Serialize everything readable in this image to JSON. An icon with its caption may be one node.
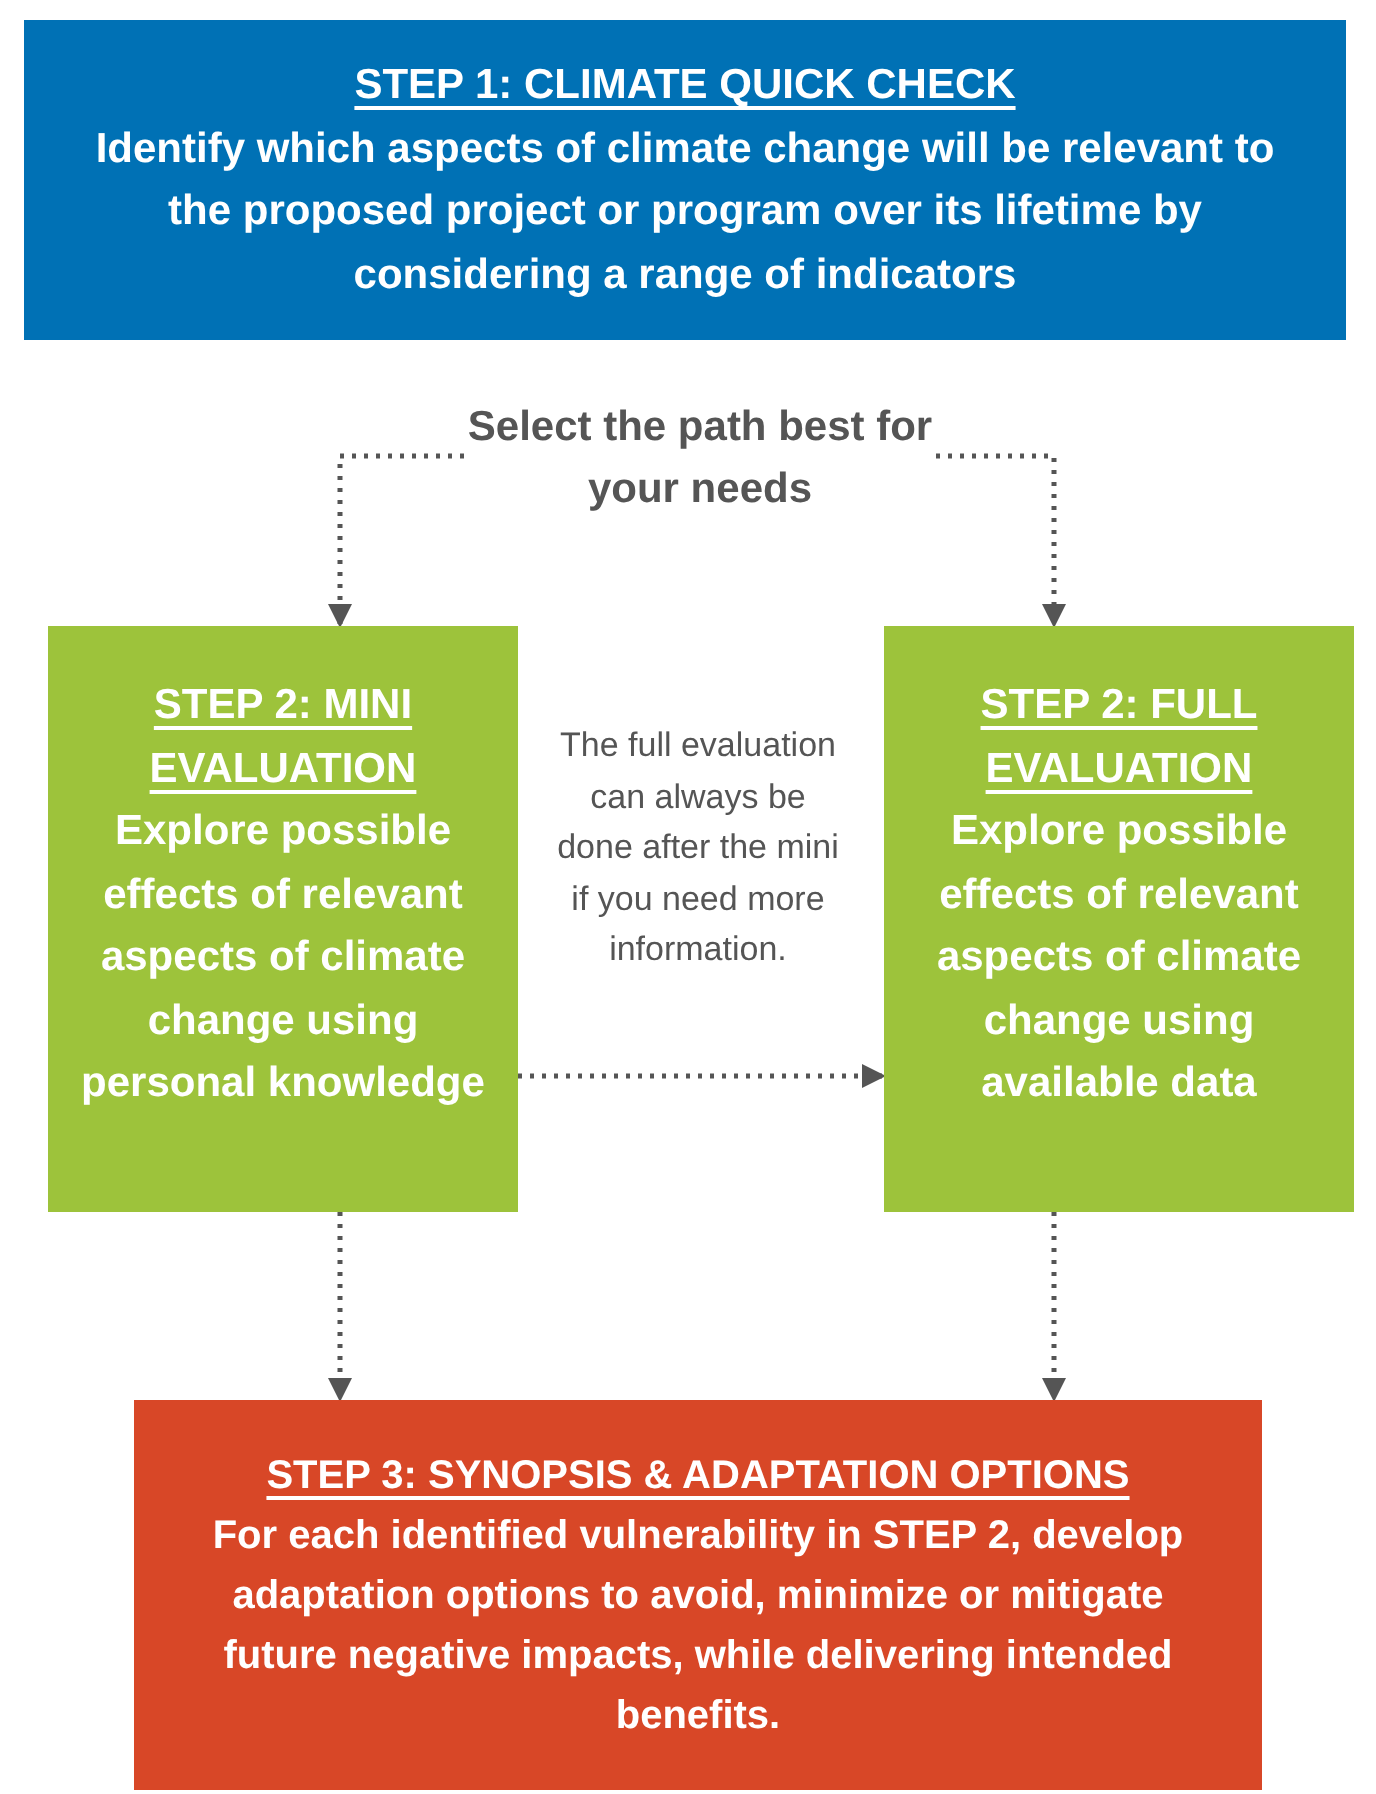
{
  "diagram": {
    "nodes": [
      {
        "text": [
          "STEP 1: CLIMATE QUICK CHECK",
          "Identify which aspects of climate change will be relevant to the proposed project or program over its lifetime by considering a range of indicators"
        ]
      },
      {
        "text": [
          "Select the path best for your needs"
        ]
      },
      {
        "text": [
          "STEP 2: MINI EVALUATION",
          "Explore possible effects of relevant aspects of climate change using personal knowledge"
        ]
      },
      {
        "text": [
          "STEP 2: FULL EVALUATION",
          "Explore possible effects of relevant aspects of climate change using available data"
        ]
      },
      {
        "text": [
          "STEP 3: SYNOPSIS & ADAPTATION OPTIONS",
          "For each identified vulnerability in STEP 2, develop adaptation options to avoid, minimize or mitigate future negative impacts, while delivering intended benefits."
        ]
      }
    ],
    "edges": [
      {
        "from": 1,
        "to": 2,
        "arrow": "to",
        "style": "dashed"
      },
      {
        "from": 1,
        "to": 3,
        "arrow": "to",
        "style": "dashed"
      },
      {
        "from": 2,
        "to": 3,
        "arrow": "to",
        "style": "dashed"
      },
      {
        "from": 2,
        "to": 4,
        "arrow": "to",
        "style": "dashed"
      },
      {
        "from": 3,
        "to": 4,
        "arrow": "to",
        "style": "dashed"
      }
    ],
    "labels": [
      "The full evaluation can always be done after the mini if you need more information."
    ]
  }
}
